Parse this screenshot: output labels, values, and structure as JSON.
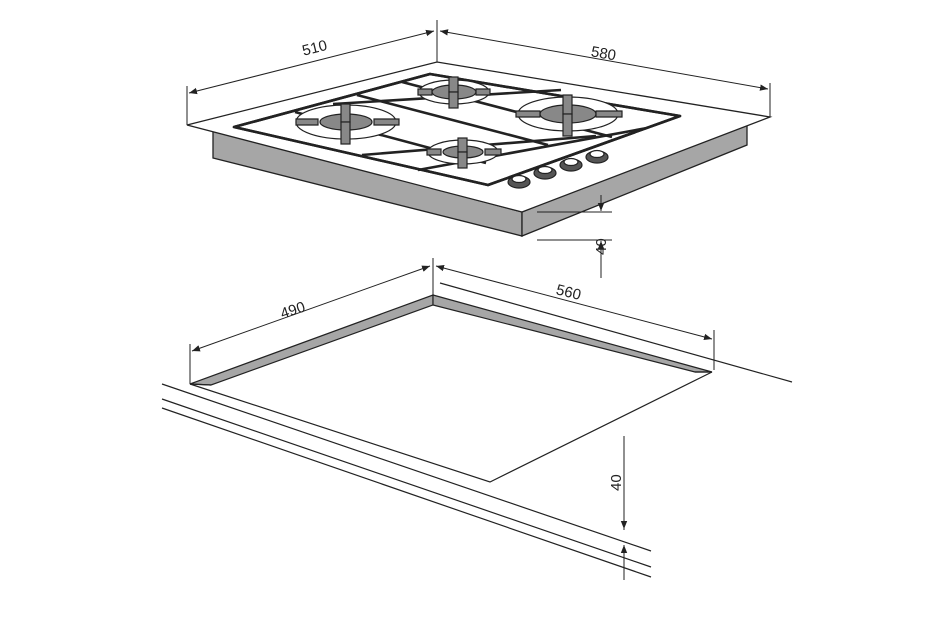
{
  "colors": {
    "line": "#222222",
    "fill_gray": "#a6a6a6",
    "fill_dark": "#555555",
    "background": "#ffffff"
  },
  "hob": {
    "width_label": "580",
    "depth_label": "510",
    "height_label": "40",
    "burner_count": 4,
    "knob_count": 4
  },
  "cutout": {
    "width_label": "560",
    "depth_label": "490",
    "height_label": "40"
  }
}
